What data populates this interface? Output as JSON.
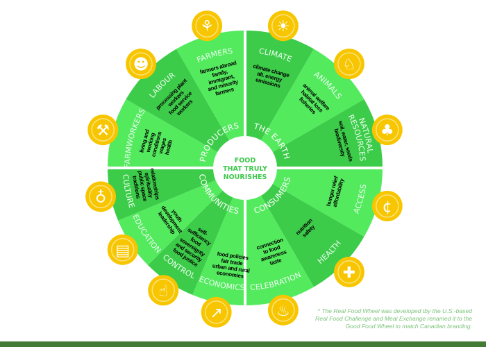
{
  "center": {
    "lines": [
      "FOOD",
      "THAT TRULY",
      "NOURISHES"
    ]
  },
  "quadrants": [
    {
      "label": "THE EARTH"
    },
    {
      "label": "CONSUMERS"
    },
    {
      "label": "COMMUNITIES"
    },
    {
      "label": "PRODUCERS"
    }
  ],
  "sectors": [
    {
      "label": "CLIMATE",
      "icon": "sun-icon",
      "glyph": "☀",
      "items": [
        "climate change",
        "alt. energy",
        "emissions"
      ]
    },
    {
      "label": "ANIMALS",
      "icon": "pig-icon",
      "glyph": "♘",
      "items": [
        "animal welfare",
        "habitat loss",
        "fisheries"
      ]
    },
    {
      "label": "NATURAL RESOURCES",
      "icon": "sprout-icon",
      "glyph": "♣",
      "items": [
        "soil, water, seeds",
        "biodiversity"
      ]
    },
    {
      "label": "ACCESS",
      "icon": "cent-icon",
      "glyph": "¢",
      "items": [
        "hunger relief",
        "affordability"
      ]
    },
    {
      "label": "HEALTH",
      "icon": "cross-icon",
      "glyph": "✚",
      "items": [
        "nutrition",
        "safety"
      ]
    },
    {
      "label": "CELEBRATION",
      "icon": "cake-icon",
      "glyph": "♨",
      "items": [
        "connection",
        "to food",
        "awareness",
        "taste"
      ]
    },
    {
      "label": "ECONOMICS",
      "icon": "growth-arrow-icon",
      "glyph": "↗",
      "items": [
        "food policies",
        "fair trade",
        "urban and rural",
        "economies"
      ]
    },
    {
      "label": "CONTROL",
      "icon": "fist-icon",
      "glyph": "☝",
      "items": [
        "self-",
        "sufficiency",
        "food",
        "sovereignty",
        "and security",
        "food justice"
      ]
    },
    {
      "label": "EDUCATION",
      "icon": "book-icon",
      "glyph": "▤",
      "items": [
        "youth",
        "development",
        "leadership"
      ]
    },
    {
      "label": "CULTURE",
      "icon": "globe-icon",
      "glyph": "♁",
      "items": [
        "relationships",
        "spirituality",
        "public space",
        "traditions"
      ]
    },
    {
      "label": "FARMWORKERS",
      "icon": "tools-icon",
      "glyph": "⚒",
      "items": [
        "living and",
        "working",
        "conditions",
        "wages",
        "health"
      ]
    },
    {
      "label": "LABOUR",
      "icon": "hard-hat-worker-icon",
      "glyph": "☻",
      "items": [
        "processing plant",
        "workers",
        "food service",
        "workers"
      ]
    },
    {
      "label": "FARMERS",
      "icon": "wheat-icon",
      "glyph": "⚘",
      "items": [
        "farmers abroad",
        "family,",
        "immigrant,",
        "and minority",
        "farmers"
      ]
    }
  ],
  "note": "* The Real Food Wheel was developed tby the U.S.-based Real Food Challenge and Meal Exchange renamed it to the Good Food Wheel to match Canadian branding.",
  "colors": {
    "light": "#54ea5e",
    "dark": "#3dcc49",
    "icon": "#f7c600",
    "footer": "#427a36"
  }
}
